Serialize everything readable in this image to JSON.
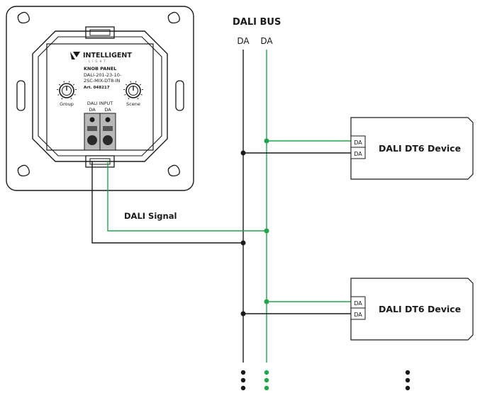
{
  "bus": {
    "title": "DALI BUS",
    "line_labels": [
      "DA",
      "DA"
    ],
    "colors": {
      "black": "#1a1a1a",
      "green": "#1fa64a"
    }
  },
  "panel": {
    "brand": "INTELLIGENT",
    "brand_sub": "LIGHT",
    "product_title": "KNOB PANEL",
    "model_line1": "DALI-201-23-10-",
    "model_line2": "2SC-MIX-DT8-IN",
    "article": "Art. 048217",
    "knob_left_label": "Group",
    "knob_right_label": "Scene",
    "input_label": "DALI INPUT",
    "input_da_left": "DA",
    "input_da_right": "DA"
  },
  "signal_label": "DALI Signal",
  "devices": [
    {
      "name": "DALI DT6 Device",
      "terminals": [
        "DA",
        "DA"
      ]
    },
    {
      "name": "DALI DT6 Device",
      "terminals": [
        "DA",
        "DA"
      ]
    }
  ],
  "continuation": {
    "dot_columns": 3
  }
}
